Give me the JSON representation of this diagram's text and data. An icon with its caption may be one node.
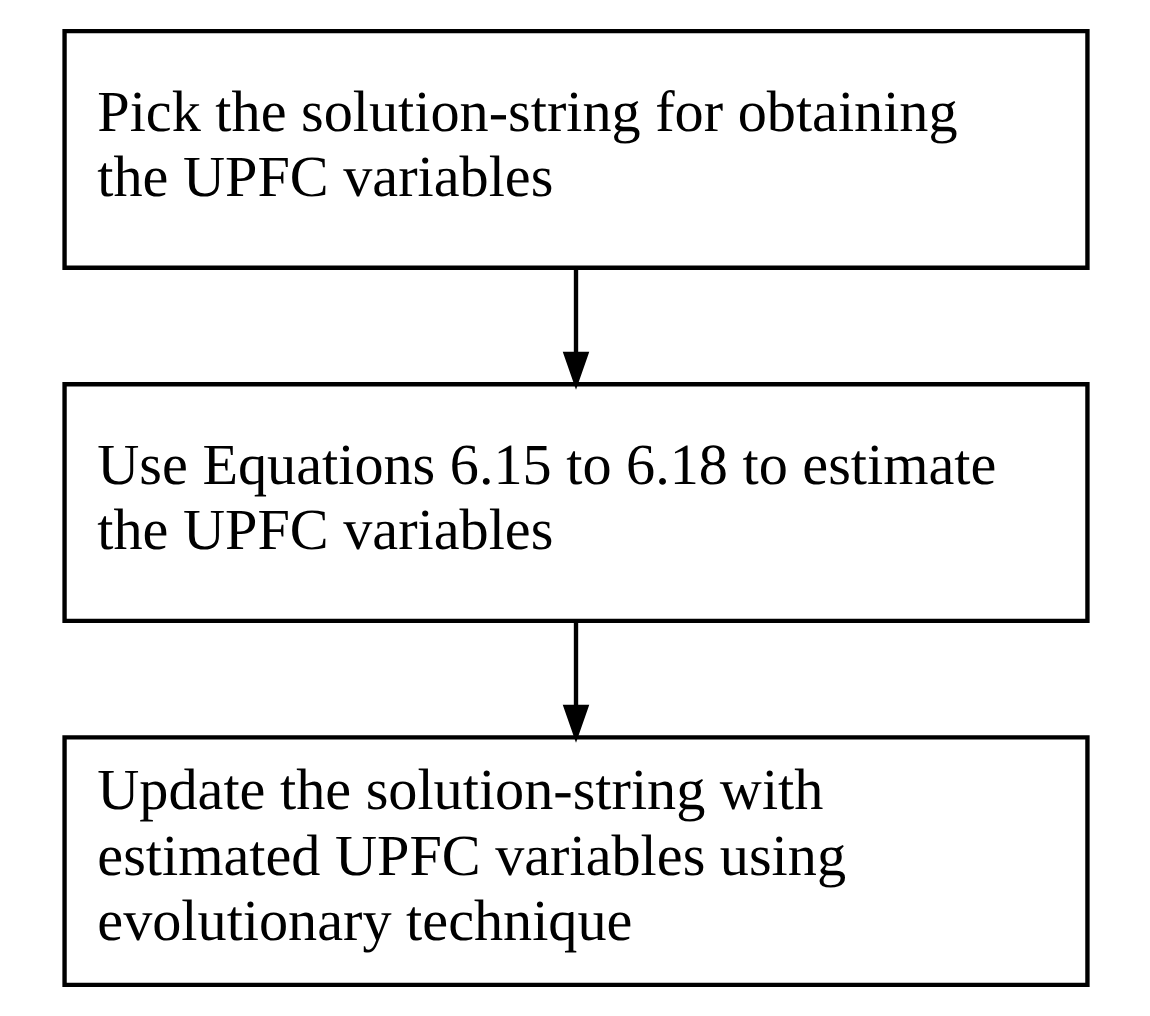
{
  "diagram": {
    "nodes": [
      {
        "text": [
          "Pick the solution-string for obtaining the UPFC variables"
        ]
      },
      {
        "text": [
          "Use Equations 6.15 to 6.18 to estimate the UPFC variables"
        ]
      },
      {
        "text": [
          "Update the solution-string with estimated UPFC variables using evolutionary technique"
        ]
      }
    ],
    "edges": [
      {
        "from": 0,
        "to": 1,
        "arrow": "to"
      },
      {
        "from": 1,
        "to": 2,
        "arrow": "to"
      }
    ]
  }
}
